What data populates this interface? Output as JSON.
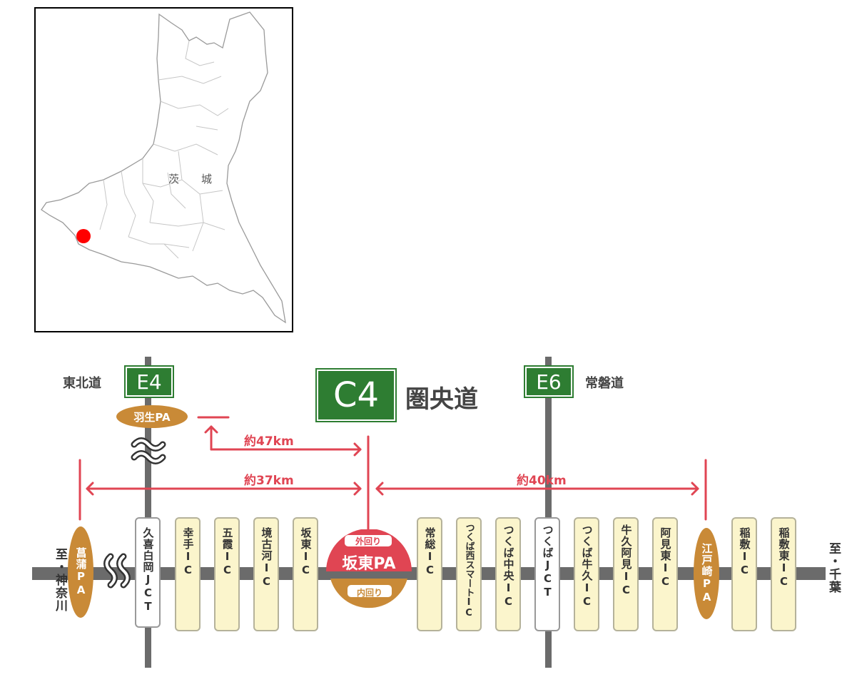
{
  "map": {
    "pref_chars": [
      "茨",
      "城"
    ],
    "marker_color": "#ff0000"
  },
  "roads": {
    "e4": {
      "code": "E4",
      "name": "東北道"
    },
    "c4": {
      "code": "C4",
      "name": "圏央道"
    },
    "e6": {
      "code": "E6",
      "name": "常磐道"
    }
  },
  "hanyu_pa": "羽生PA",
  "distances": {
    "d47": "約47km",
    "d37": "約37km",
    "d40": "約40km"
  },
  "ends": {
    "left": "至・神奈川",
    "right": "至・千葉"
  },
  "sakato_pa": {
    "outer": "外回り",
    "name": "坂東PA",
    "inner": "内回り"
  },
  "facilities": [
    {
      "label": "菖蒲PA",
      "kind": "pa"
    },
    {
      "label": "久喜白岡JCT",
      "kind": "jct"
    },
    {
      "label": "幸手IC",
      "kind": "ic"
    },
    {
      "label": "五霞IC",
      "kind": "ic"
    },
    {
      "label": "境古河IC",
      "kind": "ic"
    },
    {
      "label": "坂東IC",
      "kind": "ic"
    },
    {
      "label": "常総IC",
      "kind": "ic"
    },
    {
      "label": "つくば西スマートIC",
      "kind": "ic"
    },
    {
      "label": "つくば中央IC",
      "kind": "ic"
    },
    {
      "label": "つくばJCT",
      "kind": "jct"
    },
    {
      "label": "つくば牛久IC",
      "kind": "ic"
    },
    {
      "label": "牛久阿見IC",
      "kind": "ic"
    },
    {
      "label": "阿見東IC",
      "kind": "ic"
    },
    {
      "label": "江戸崎PA",
      "kind": "pa"
    },
    {
      "label": "稲敷IC",
      "kind": "ic"
    },
    {
      "label": "稲敷東IC",
      "kind": "ic"
    }
  ],
  "colors": {
    "road_green": "#2e7d32",
    "pa_orange": "#c98a37",
    "accent_red": "#e04553",
    "ic_yellow": "#fbf5cc",
    "road_gray": "#6b6b6b"
  }
}
